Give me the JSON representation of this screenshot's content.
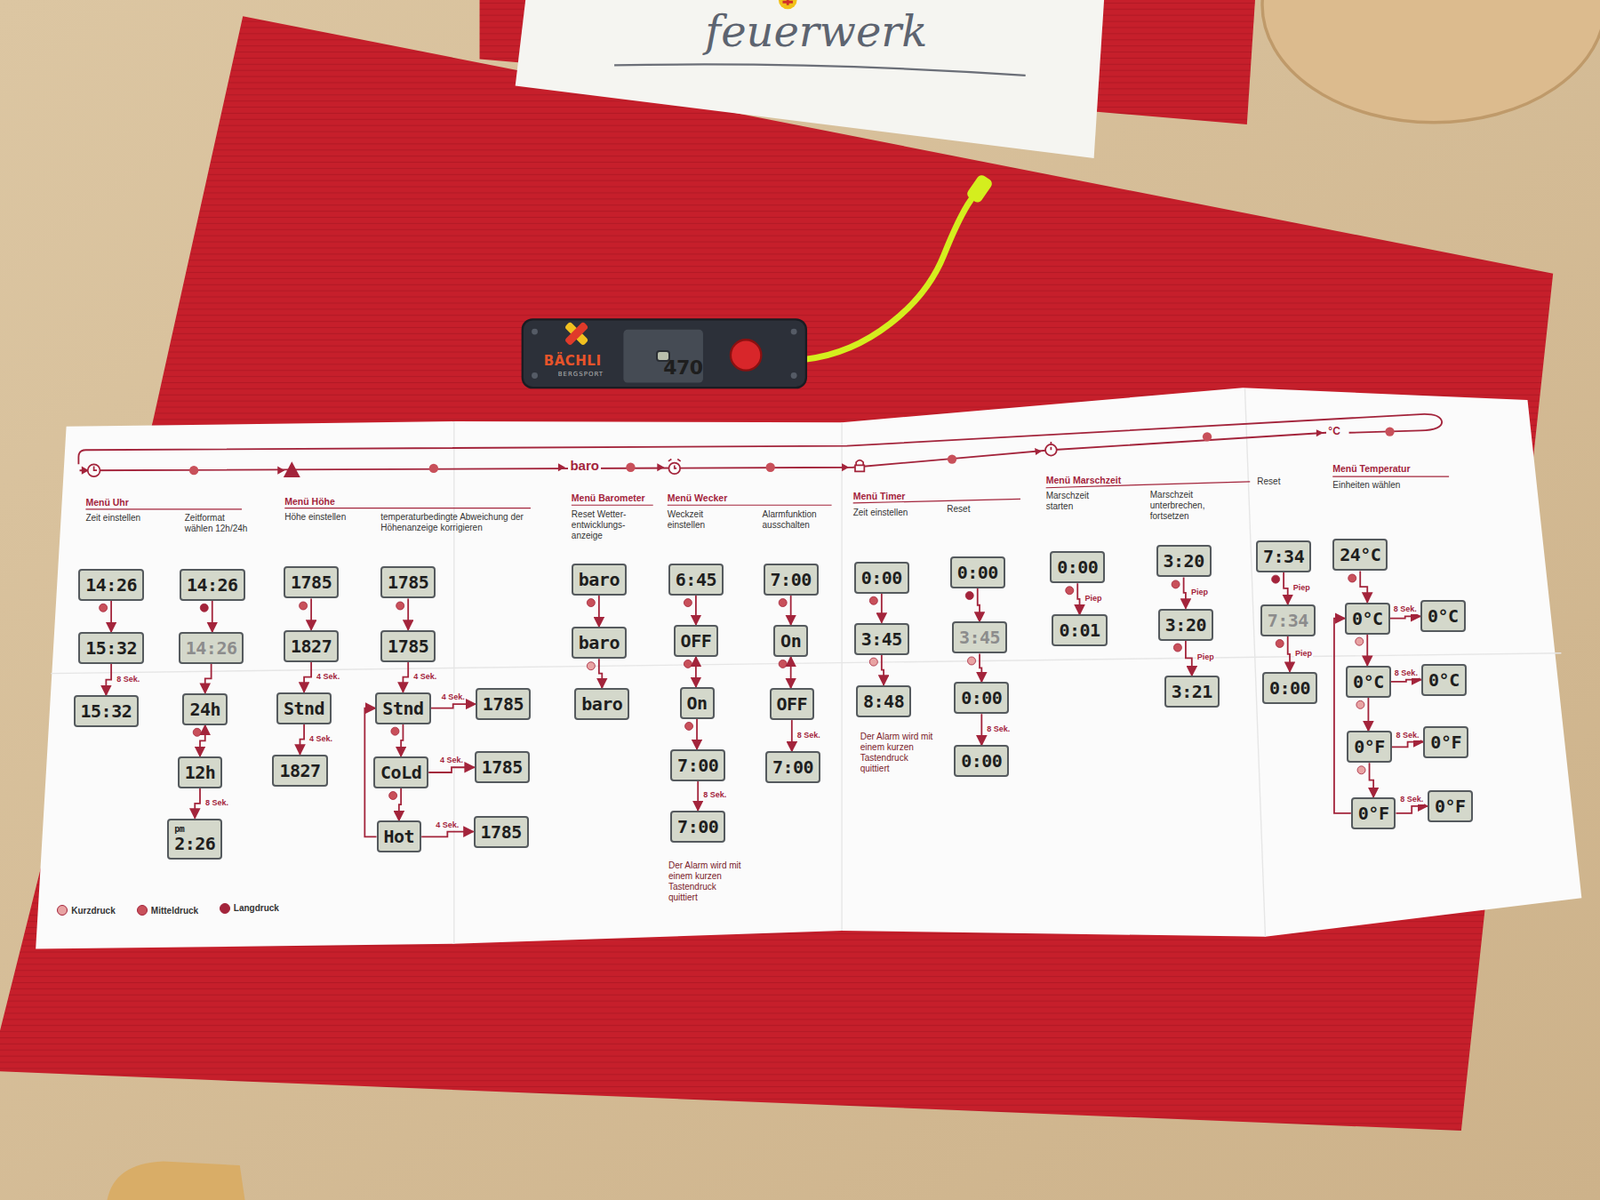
{
  "diagram": {
    "nodes": [
      {
        "text": [
          "feuerwerk"
        ]
      },
      {
        "text": [
          "BÄCHLI",
          "BERGSPORT"
        ]
      },
      {
        "text": [
          "470"
        ],
        "in": 1
      },
      {
        "text": [
          "14:26"
        ]
      },
      {
        "text": [
          "15:32"
        ]
      },
      {
        "text": [
          "15:32"
        ]
      },
      {
        "text": [
          "14:26"
        ]
      },
      {
        "text": [
          "14:26"
        ]
      },
      {
        "text": [
          "24h"
        ]
      },
      {
        "text": [
          "12h"
        ]
      },
      {
        "text": [
          "pm",
          "2:26"
        ]
      },
      {
        "text": [
          "1785"
        ]
      },
      {
        "text": [
          "1827"
        ]
      },
      {
        "text": [
          "Stnd"
        ]
      },
      {
        "text": [
          "1827"
        ]
      },
      {
        "text": [
          "1785"
        ]
      },
      {
        "text": [
          "1785"
        ]
      },
      {
        "text": [
          "Stnd"
        ]
      },
      {
        "text": [
          "1785"
        ]
      },
      {
        "text": [
          "CoLd"
        ]
      },
      {
        "text": [
          "1785"
        ]
      },
      {
        "text": [
          "Hot"
        ]
      },
      {
        "text": [
          "1785"
        ]
      },
      {
        "text": [
          "baro"
        ]
      },
      {
        "text": [
          "baro"
        ]
      },
      {
        "text": [
          "baro"
        ]
      },
      {
        "text": [
          "6:45"
        ]
      },
      {
        "text": [
          "OFF"
        ]
      },
      {
        "text": [
          "On"
        ]
      },
      {
        "text": [
          "7:00"
        ]
      },
      {
        "text": [
          "7:00"
        ]
      },
      {
        "text": [
          "7:00"
        ]
      },
      {
        "text": [
          "On"
        ]
      },
      {
        "text": [
          "OFF"
        ]
      },
      {
        "text": [
          "7:00"
        ]
      },
      {
        "text": [
          "0:00"
        ]
      },
      {
        "text": [
          "3:45"
        ]
      },
      {
        "text": [
          "8:48"
        ]
      },
      {
        "text": [
          "0:00"
        ]
      },
      {
        "text": [
          "3:45"
        ]
      },
      {
        "text": [
          "0:00"
        ]
      },
      {
        "text": [
          "0:00"
        ]
      },
      {
        "text": [
          "0:00"
        ]
      },
      {
        "text": [
          "0:01"
        ]
      },
      {
        "text": [
          "3:20"
        ]
      },
      {
        "text": [
          "3:20"
        ]
      },
      {
        "text": [
          "3:21"
        ]
      },
      {
        "text": [
          "7:34"
        ]
      },
      {
        "text": [
          "7:34"
        ]
      },
      {
        "text": [
          "0:00"
        ]
      },
      {
        "text": [
          "24°C"
        ]
      },
      {
        "text": [
          "0°C"
        ]
      },
      {
        "text": [
          "0°C"
        ]
      },
      {
        "text": [
          "0°C"
        ]
      },
      {
        "text": [
          "0°C"
        ]
      },
      {
        "text": [
          "0°F"
        ]
      },
      {
        "text": [
          "0°F"
        ]
      },
      {
        "text": [
          "0°F"
        ]
      },
      {
        "text": [
          "0°F"
        ]
      }
    ],
    "edges": [
      {
        "from": 3,
        "to": 4,
        "arrow": "to"
      },
      {
        "from": 4,
        "to": 5,
        "arrow": "to",
        "label": "8 Sek."
      },
      {
        "from": 6,
        "to": 7,
        "arrow": "to"
      },
      {
        "from": 7,
        "to": 8,
        "arrow": "to"
      },
      {
        "from": 8,
        "to": 9,
        "arrow": "both"
      },
      {
        "from": 9,
        "to": 10,
        "arrow": "to",
        "label": "8 Sek."
      },
      {
        "from": 11,
        "to": 12,
        "arrow": "to"
      },
      {
        "from": 12,
        "to": 13,
        "arrow": "to",
        "label": "4 Sek."
      },
      {
        "from": 13,
        "to": 14,
        "arrow": "to",
        "label": "4 Sek."
      },
      {
        "from": 15,
        "to": 16,
        "arrow": "to"
      },
      {
        "from": 16,
        "to": 17,
        "arrow": "to",
        "label": "4 Sek."
      },
      {
        "from": 17,
        "to": 18,
        "arrow": "to",
        "label": "4 Sek."
      },
      {
        "from": 17,
        "to": 19,
        "arrow": "to"
      },
      {
        "from": 19,
        "to": 20,
        "arrow": "to",
        "label": "4 Sek."
      },
      {
        "from": 19,
        "to": 21,
        "arrow": "to"
      },
      {
        "from": 21,
        "to": 22,
        "arrow": "to",
        "label": "4 Sek."
      },
      {
        "from": 21,
        "to": 17,
        "arrow": "to"
      },
      {
        "from": 23,
        "to": 24,
        "arrow": "to"
      },
      {
        "from": 24,
        "to": 25,
        "arrow": "to"
      },
      {
        "from": 26,
        "to": 27,
        "arrow": "to"
      },
      {
        "from": 27,
        "to": 28,
        "arrow": "both"
      },
      {
        "from": 28,
        "to": 29,
        "arrow": "to"
      },
      {
        "from": 29,
        "to": 30,
        "arrow": "to",
        "label": "8 Sek."
      },
      {
        "from": 31,
        "to": 32,
        "arrow": "to"
      },
      {
        "from": 32,
        "to": 33,
        "arrow": "both"
      },
      {
        "from": 33,
        "to": 34,
        "arrow": "to",
        "label": "8 Sek."
      },
      {
        "from": 35,
        "to": 36,
        "arrow": "to"
      },
      {
        "from": 36,
        "to": 37,
        "arrow": "to"
      },
      {
        "from": 38,
        "to": 39,
        "arrow": "to"
      },
      {
        "from": 39,
        "to": 40,
        "arrow": "to"
      },
      {
        "from": 40,
        "to": 41,
        "arrow": "to",
        "label": "8 Sek."
      },
      {
        "from": 42,
        "to": 43,
        "arrow": "to",
        "label": "Piep"
      },
      {
        "from": 44,
        "to": 45,
        "arrow": "to",
        "label": "Piep"
      },
      {
        "from": 45,
        "to": 46,
        "arrow": "to",
        "label": "Piep"
      },
      {
        "from": 47,
        "to": 48,
        "arrow": "to",
        "label": "Piep"
      },
      {
        "from": 48,
        "to": 49,
        "arrow": "to",
        "label": "Piep"
      },
      {
        "from": 50,
        "to": 51,
        "arrow": "to"
      },
      {
        "from": 51,
        "to": 52,
        "arrow": "to",
        "label": "8 Sek."
      },
      {
        "from": 51,
        "to": 53,
        "arrow": "to"
      },
      {
        "from": 53,
        "to": 54,
        "arrow": "to",
        "label": "8 Sek."
      },
      {
        "from": 53,
        "to": 55,
        "arrow": "to"
      },
      {
        "from": 55,
        "to": 56,
        "arrow": "to",
        "label": "8 Sek."
      },
      {
        "from": 55,
        "to": 57,
        "arrow": "to"
      },
      {
        "from": 57,
        "to": 58,
        "arrow": "to",
        "label": "8 Sek."
      },
      {
        "from": 57,
        "to": 51,
        "arrow": "to"
      }
    ],
    "labels": [
      "Menü Uhr",
      "Zeit einstellen",
      "Zeitformat wählen 12h/24h",
      "Menü Höhe",
      "Höhe einstellen",
      "temperaturbedingte Abweichung der Höhenanzeige korrigieren",
      "Menü Barometer",
      "Reset Wetter-entwicklungs-anzeige",
      "Menü Wecker",
      "Weckzeit einstellen",
      "Alarmfunktion ausschalten",
      "Menü Timer",
      "Zeit einstellen",
      "Reset",
      "Menü Marschzeit",
      "Marschzeit starten",
      "Marschzeit unterbrechen, fortsetzen",
      "Reset",
      "Menü Temperatur",
      "Einheiten wählen",
      "Der Alarm wird mit einem kurzen Tastendruck quittiert",
      "Der Alarm wird mit einem kurzen Tastendruck quittiert",
      "baro",
      "°C"
    ],
    "legend": [
      {
        "text": "Kurzdruck",
        "color": "#e8a3a3"
      },
      {
        "text": "Mitteldruck",
        "color": "#c8505a"
      },
      {
        "text": "Langdruck",
        "color": "#a3243b"
      }
    ]
  }
}
